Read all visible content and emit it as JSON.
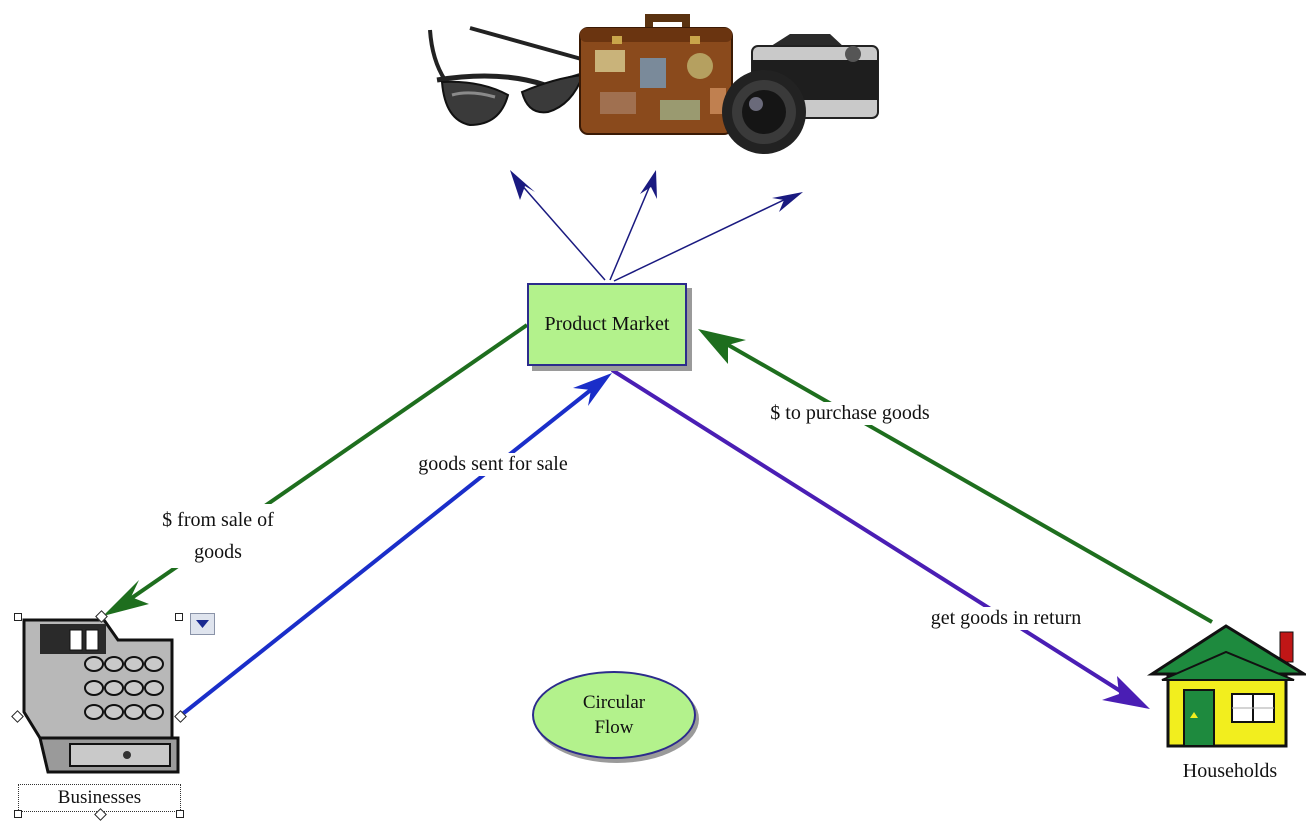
{
  "nodes": {
    "product_market": "Product Market",
    "circular_flow": [
      "Circular",
      "Flow"
    ],
    "businesses": "Businesses",
    "households": "Households"
  },
  "edges": {
    "from_sale": [
      "$ from sale of",
      "goods"
    ],
    "goods_sent": "goods sent for sale",
    "to_purchase": "$ to purchase goods",
    "goods_in_return": "get goods in return"
  },
  "colors": {
    "green_arrow": "#1e6e1e",
    "blue_arrow": "#1a2ec9",
    "purple_arrow": "#4a1eb4",
    "navy_arrow": "#1a1a80",
    "node_fill": "#b3f28c",
    "node_border": "#2c2c8c"
  },
  "icons": [
    "sunglasses-icon",
    "suitcase-icon",
    "camera-icon",
    "cash-register-icon",
    "house-icon",
    "chevron-down-icon"
  ]
}
